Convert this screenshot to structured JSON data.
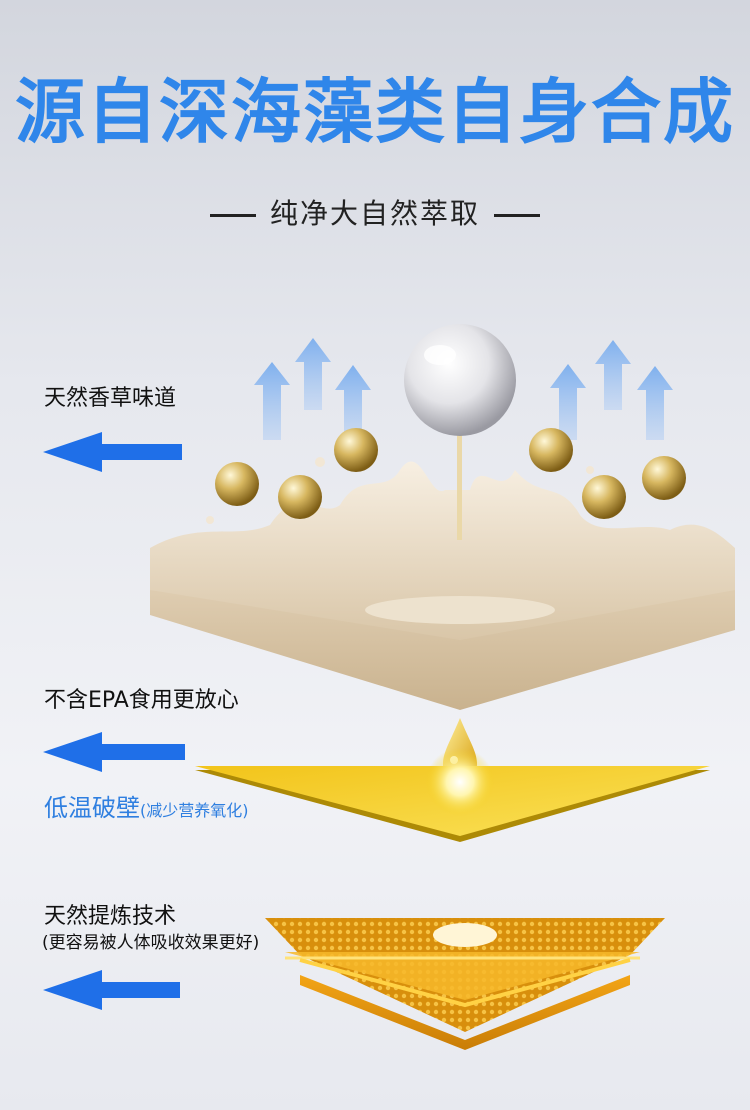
{
  "headline": "源自深海藻类自身合成",
  "subheadline": "纯净大自然萃取",
  "features": [
    {
      "label": "天然香草味道"
    },
    {
      "label": "不含EPA食用更放心"
    },
    {
      "label": "低温破壁",
      "note": "(减少营养氧化)"
    },
    {
      "label": "天然提炼技术",
      "note": "(更容易被人体吸收效果更好)"
    }
  ],
  "colors": {
    "headline": "#2f86ea",
    "arrow": "#1f6fe8",
    "gold_layer": "#f5d320"
  },
  "icons": [
    "left-arrow-icon",
    "up-arrow-icon",
    "pearl-icon",
    "gold-bead-icon",
    "oil-drop-icon"
  ]
}
